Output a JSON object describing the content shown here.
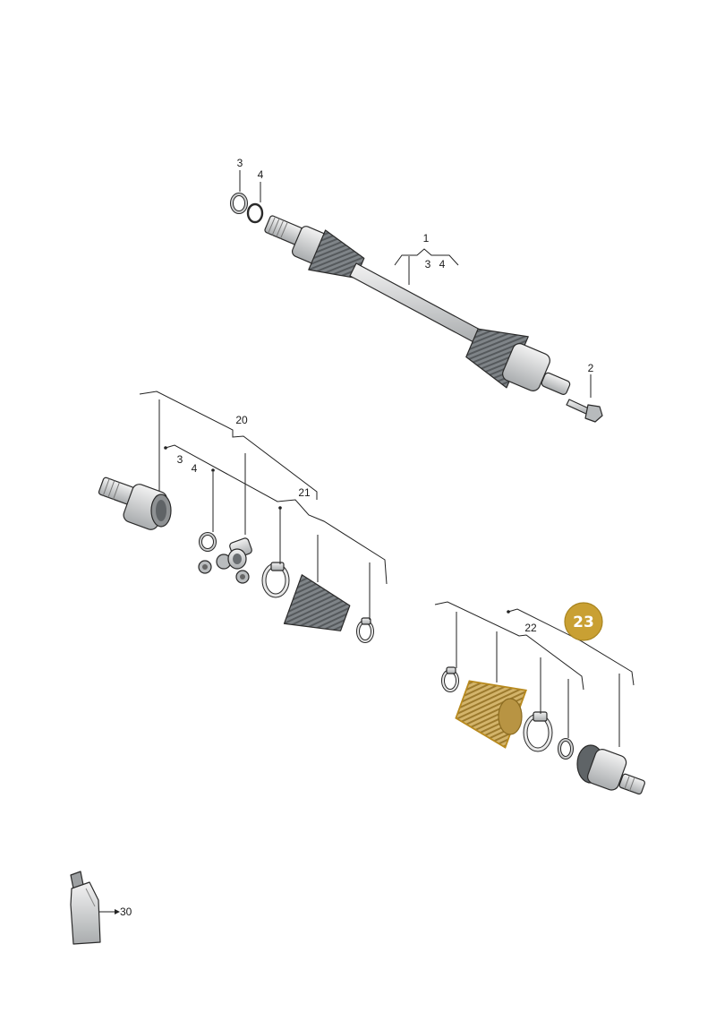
{
  "labels": {
    "shaft": "1",
    "shaft_sub_a": "3",
    "shaft_sub_b": "4",
    "bolt": "2",
    "circlip_top": "3",
    "oring_top": "4",
    "inner_set": "20",
    "inner_sub_a": "3",
    "inner_sub_b": "4",
    "inner_boot_kit": "21",
    "outer_boot_kit": "22",
    "highlight": "23",
    "grease": "30"
  },
  "colors": {
    "highlight_badge": "#c9a033",
    "highlight_part": "#c9a64a",
    "metal": "#d9dadb",
    "boot": "#8d9195"
  },
  "icons": {
    "highlight_badge": "numbered-callout-badge"
  }
}
